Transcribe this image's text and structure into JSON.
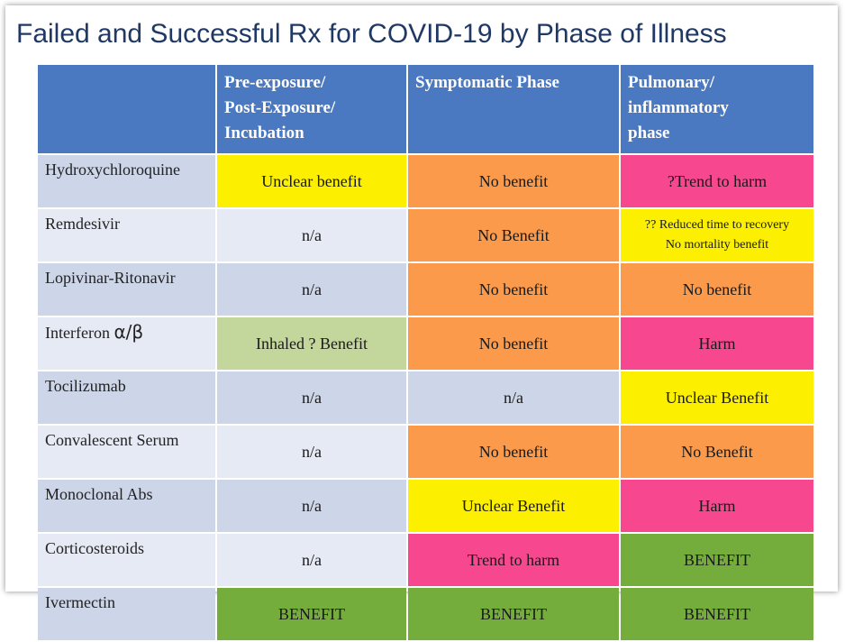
{
  "title": "Failed and Successful Rx for COVID-19 by Phase of Illness",
  "header": {
    "corner": "",
    "col1": [
      "Pre-exposure/",
      "Post-Exposure/",
      "Incubation"
    ],
    "col2": [
      "Symptomatic Phase"
    ],
    "col3": [
      "Pulmonary/",
      "inflammatory",
      "phase"
    ]
  },
  "colors": {
    "header_blue": "#4a79c2",
    "yellow": "#fcf000",
    "orange": "#fb9a4a",
    "pink": "#f7478f",
    "green": "#75ad3d",
    "light_green": "#c3d69b",
    "blue_light": "#cdd5e8",
    "blue_pale": "#e6eaf4"
  },
  "rows": [
    {
      "drug": "Hydroxychloroquine",
      "cells": [
        {
          "text": "Unclear benefit",
          "color": "#fcf000"
        },
        {
          "text": "No benefit",
          "color": "#fb9a4a"
        },
        {
          "text": "?Trend to harm",
          "color": "#f7478f"
        }
      ]
    },
    {
      "drug": "Remdesivir",
      "cells": [
        {
          "text": "n/a",
          "color": "#e6eaf4"
        },
        {
          "text": "No Benefit",
          "color": "#fb9a4a"
        },
        {
          "text": "?? Reduced time to recovery",
          "text2": "No mortality benefit",
          "color": "#fcf000",
          "small": true
        }
      ]
    },
    {
      "drug": "Lopivinar-Ritonavir",
      "cells": [
        {
          "text": "n/a",
          "color": "#cdd5e8"
        },
        {
          "text": "No benefit",
          "color": "#fb9a4a"
        },
        {
          "text": "No benefit",
          "color": "#fb9a4a"
        }
      ]
    },
    {
      "drug": "Interferon ",
      "drug_symbol": "α/β",
      "cells": [
        {
          "text": "Inhaled ? Benefit",
          "color": "#c3d69b"
        },
        {
          "text": "No benefit",
          "color": "#fb9a4a"
        },
        {
          "text": "Harm",
          "color": "#f7478f"
        }
      ]
    },
    {
      "drug": "Tocilizumab",
      "cells": [
        {
          "text": "n/a",
          "color": "#cdd5e8"
        },
        {
          "text": "n/a",
          "color": "#cdd5e8"
        },
        {
          "text": "Unclear Benefit",
          "color": "#fcf000"
        }
      ]
    },
    {
      "drug": "Convalescent Serum",
      "cells": [
        {
          "text": "n/a",
          "color": "#e6eaf4"
        },
        {
          "text": "No benefit",
          "color": "#fb9a4a"
        },
        {
          "text": "No Benefit",
          "color": "#fb9a4a"
        }
      ]
    },
    {
      "drug": "Monoclonal Abs",
      "cells": [
        {
          "text": "n/a",
          "color": "#cdd5e8"
        },
        {
          "text": "Unclear Benefit",
          "color": "#fcf000"
        },
        {
          "text": "Harm",
          "color": "#f7478f"
        }
      ]
    },
    {
      "drug": "Corticosteroids",
      "cells": [
        {
          "text": "n/a",
          "color": "#e6eaf4"
        },
        {
          "text": "Trend to harm",
          "color": "#f7478f"
        },
        {
          "text": "BENEFIT",
          "color": "#75ad3d"
        }
      ]
    },
    {
      "drug": "Ivermectin",
      "cells": [
        {
          "text": "BENEFIT",
          "color": "#75ad3d"
        },
        {
          "text": "BENEFIT",
          "color": "#75ad3d"
        },
        {
          "text": "BENEFIT",
          "color": "#75ad3d"
        }
      ]
    }
  ]
}
